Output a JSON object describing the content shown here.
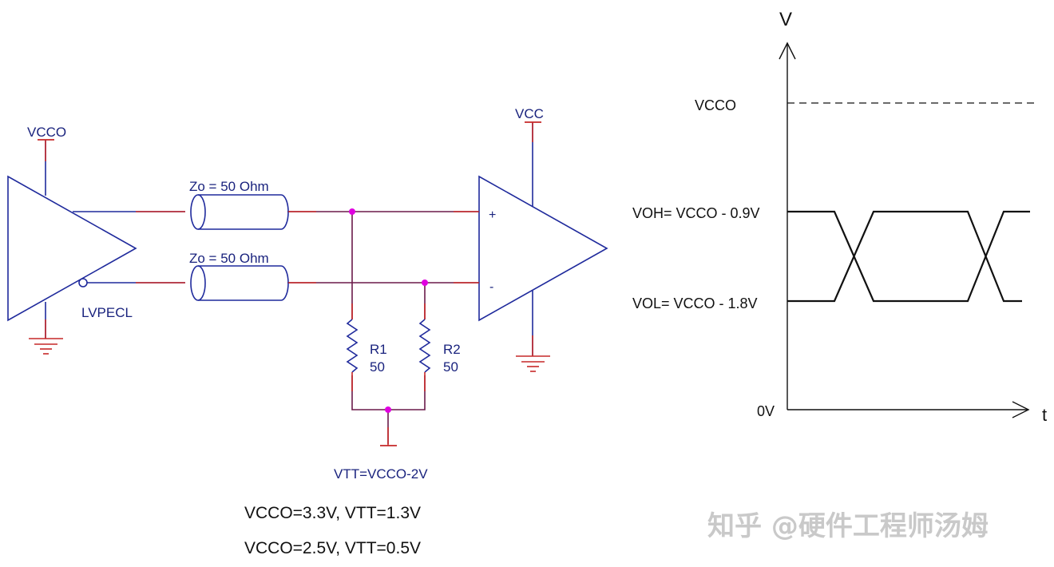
{
  "schematic": {
    "driver_supply": "VCCO",
    "driver_label": "LVPECL",
    "line_top": "Zo = 50 Ohm",
    "line_bottom": "Zo = 50 Ohm",
    "receiver_supply": "VCC",
    "plus": "+",
    "minus": "-",
    "r1_name": "R1",
    "r1_value": "50",
    "r2_name": "R2",
    "r2_value": "50",
    "vtt": "VTT=VCCO-2V",
    "note1": "VCCO=3.3V, VTT=1.3V",
    "note2": "VCCO=2.5V, VTT=0.5V"
  },
  "waveform": {
    "y_axis": "V",
    "x_axis": "t",
    "vcco": "VCCO",
    "voh": "VOH= VCCO - 0.9V",
    "vol": "VOL= VCCO - 1.8V",
    "zero": "0V"
  },
  "watermark": "知乎 @硬件工程师汤姆",
  "colors": {
    "wire": "#6b1a4a",
    "component": "#1f2a9c",
    "pin": "#c62828",
    "node": "#e000e0",
    "label": "#1a237e"
  }
}
